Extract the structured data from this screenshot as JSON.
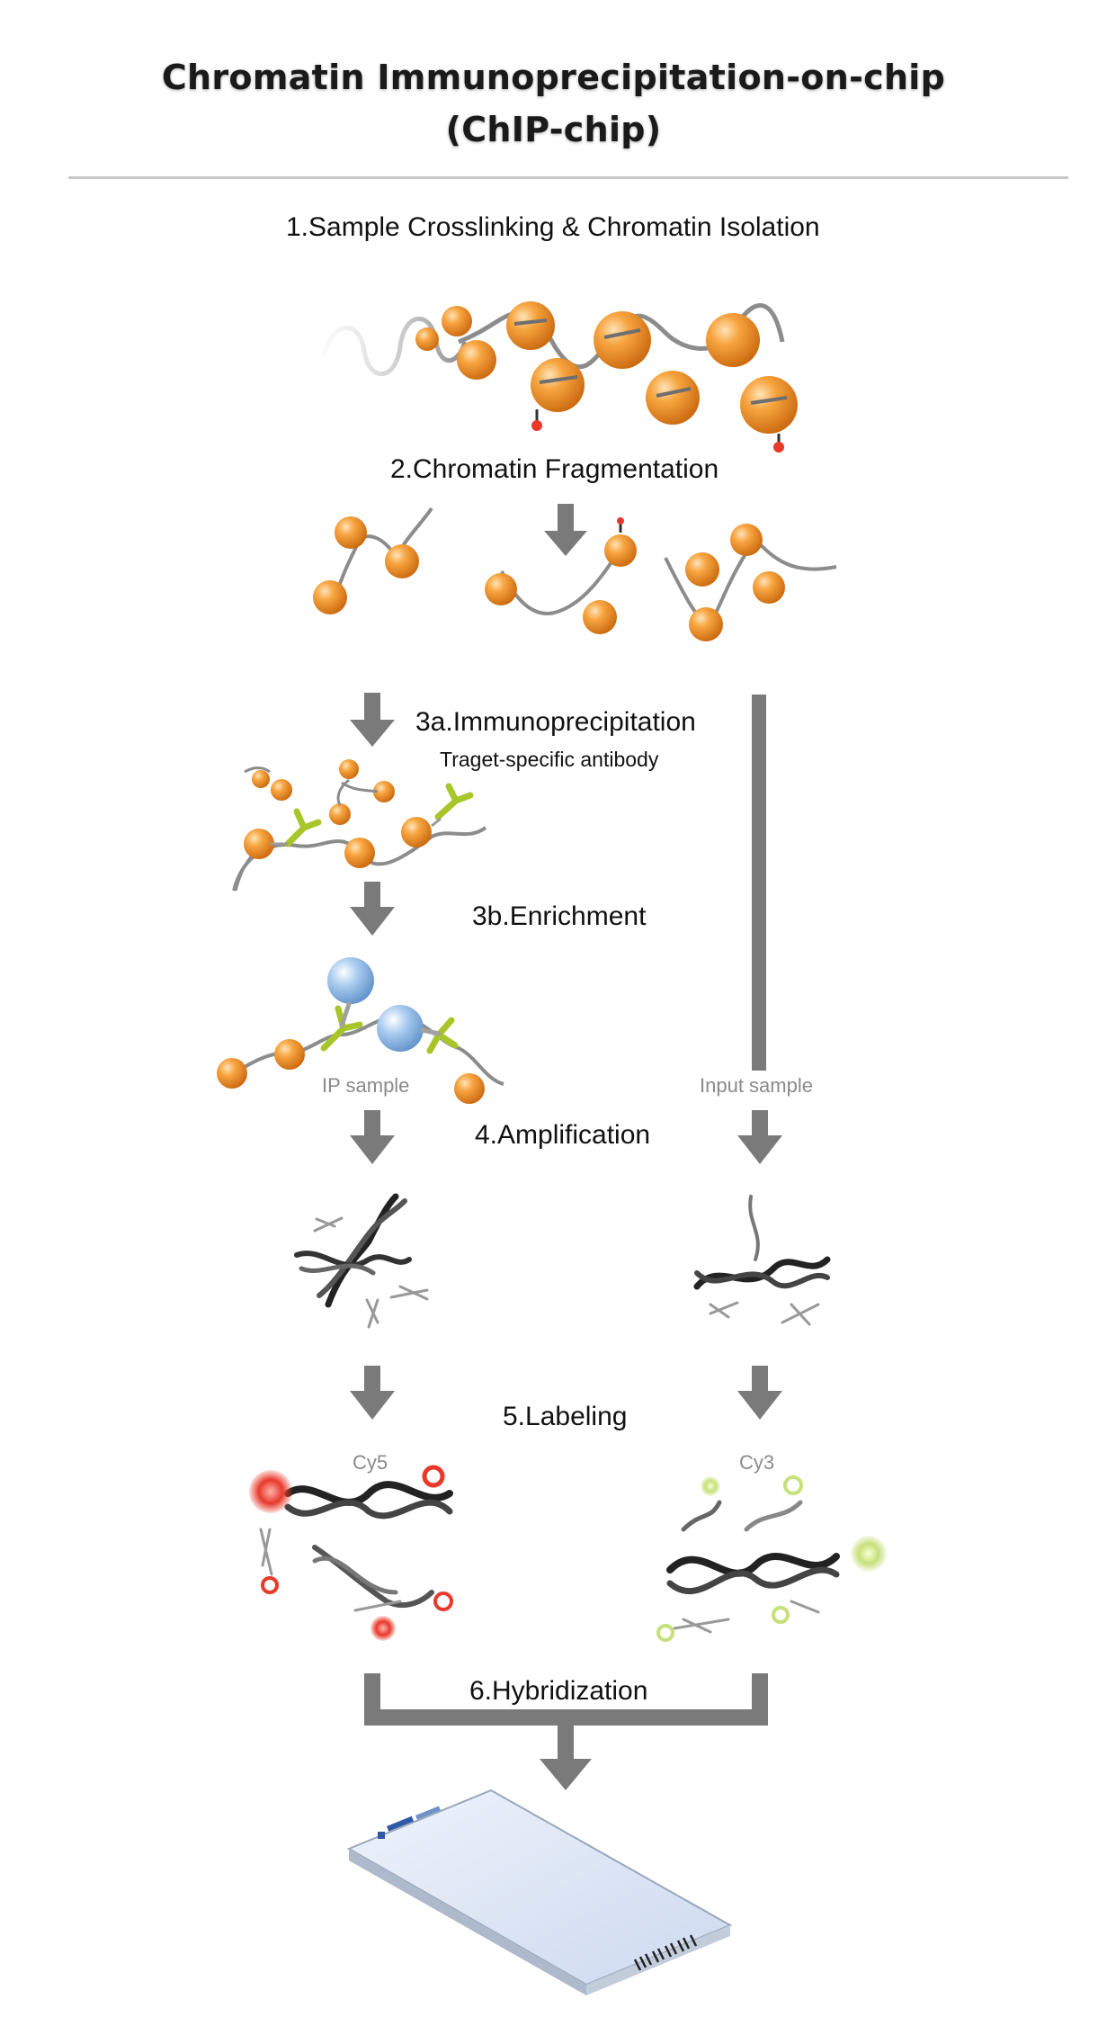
{
  "title": {
    "line1": "Chromatin Immunoprecipitation-on-chip",
    "line2": "(ChIP-chip)"
  },
  "steps": {
    "s1": "1.Sample Crosslinking & Chromatin Isolation",
    "s2": "2.Chromatin Fragmentation",
    "s3a": "3a.Immunoprecipitation",
    "s3a_sub": "Traget-specific antibody",
    "s3b": "3b.Enrichment",
    "s4": "4.Amplification",
    "s5": "5.Labeling",
    "s6": "6.Hybridization"
  },
  "labels": {
    "ip_sample": "IP sample",
    "input_sample": "Input sample",
    "cy5": "Cy5",
    "cy3": "Cy3"
  },
  "colors": {
    "nucleosome": "#f28c28",
    "arrow": "#7a7a7a",
    "antibody": "#b8d432",
    "bead": "#8fb8e3",
    "cy5_dye": "#e8392b",
    "cy3_dye": "#c7e07a",
    "chip": "#dfe8f8"
  }
}
